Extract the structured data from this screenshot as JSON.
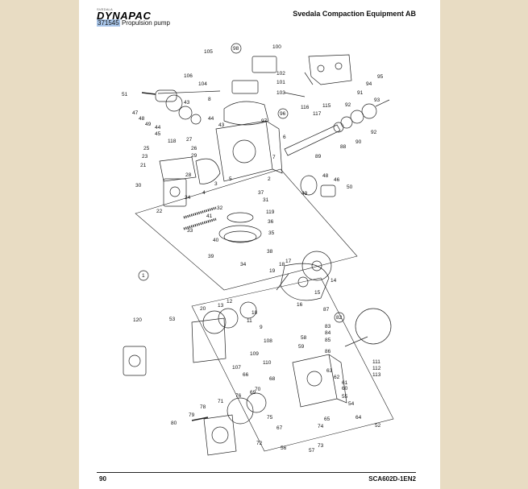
{
  "header": {
    "brand_tagline": "SVEDALA",
    "brand": "DYNAPAC",
    "company": "Svedala Compaction Equipment AB",
    "doc_number": "371545",
    "doc_title": "Propulsion pump"
  },
  "footer": {
    "page_number": "90",
    "doc_code": "SCA602D-1EN2"
  },
  "callouts": [
    "105",
    "98",
    "100",
    "106",
    "104",
    "102",
    "101",
    "103",
    "51",
    "8",
    "47",
    "48",
    "49",
    "44",
    "45",
    "43",
    "97",
    "96",
    "116",
    "115",
    "117",
    "95",
    "94",
    "91",
    "93",
    "92",
    "88",
    "90",
    "89",
    "118",
    "27",
    "25",
    "23",
    "26",
    "29",
    "21",
    "28",
    "30",
    "24",
    "3",
    "5",
    "4",
    "2",
    "6",
    "7",
    "22",
    "37",
    "31",
    "119",
    "36",
    "35",
    "32",
    "41",
    "33",
    "40",
    "39",
    "34",
    "38",
    "49",
    "48",
    "46",
    "50",
    "1",
    "18",
    "17",
    "19",
    "16",
    "15",
    "14",
    "20",
    "13",
    "12",
    "11",
    "10",
    "9",
    "53",
    "120",
    "87",
    "82",
    "83",
    "84",
    "85",
    "86",
    "108",
    "58",
    "59",
    "107",
    "109",
    "110",
    "66",
    "68",
    "62",
    "63",
    "61",
    "60",
    "55",
    "54",
    "70",
    "69",
    "76",
    "71",
    "78",
    "79",
    "80",
    "75",
    "67",
    "65",
    "64",
    "74",
    "73",
    "72",
    "56",
    "57",
    "52",
    "111",
    "112",
    "113"
  ]
}
